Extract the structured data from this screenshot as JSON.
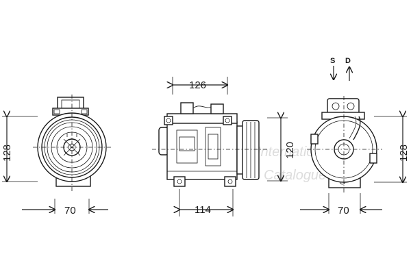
{
  "dimensions": {
    "front_height": "128",
    "front_width": "70",
    "side_length_top": "126",
    "side_length_bottom": "114",
    "side_height": "120",
    "rear_height": "128",
    "rear_width": "70"
  },
  "ports": {
    "suction": "S",
    "discharge": "D"
  },
  "watermark": {
    "line1": "International",
    "line2": "Catalogue"
  }
}
